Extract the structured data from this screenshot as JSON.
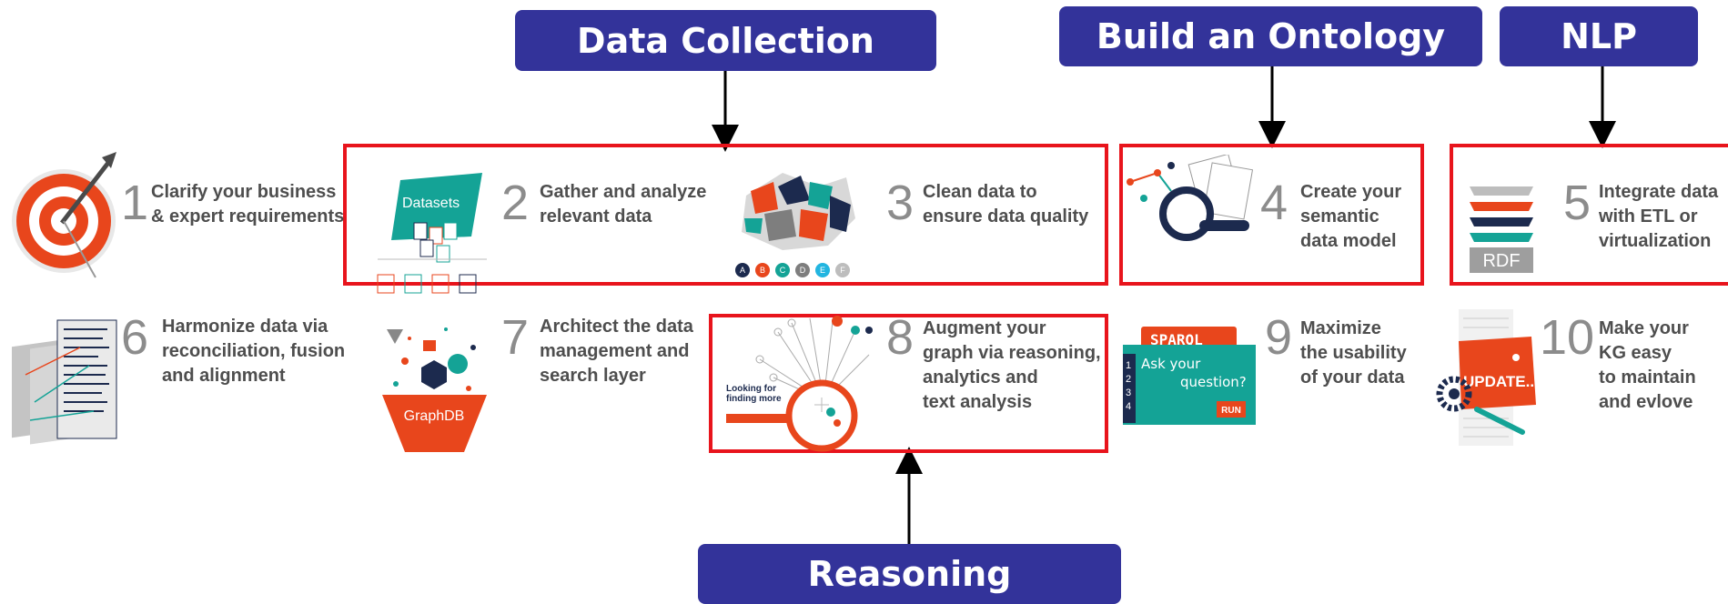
{
  "labels": {
    "data_collection": "Data Collection",
    "build_ontology": "Build an Ontology",
    "nlp": "NLP",
    "reasoning": "Reasoning"
  },
  "steps": [
    {
      "num": "1",
      "text": "Clarify your business\n& expert requirements"
    },
    {
      "num": "2",
      "text": "Gather and analyze\nrelevant data"
    },
    {
      "num": "3",
      "text": "Clean data to\nensure data quality"
    },
    {
      "num": "4",
      "text": "Create your\nsemantic\ndata model"
    },
    {
      "num": "5",
      "text": "Integrate data\nwith ETL or\nvirtualization"
    },
    {
      "num": "6",
      "text": "Harmonize data via\nreconciliation, fusion\nand alignment"
    },
    {
      "num": "7",
      "text": "Architect the data\nmanagement and\nsearch layer"
    },
    {
      "num": "8",
      "text": "Augment your\ngraph via reasoning,\nanalytics and\ntext analysis"
    },
    {
      "num": "9",
      "text": "Maximize\nthe usability\nof your data"
    },
    {
      "num": "10",
      "text": "Make your\nKG easy\nto maintain\nand evlove"
    }
  ],
  "icon_text": {
    "datasets": "Datasets",
    "abcdef": [
      "A",
      "B",
      "C",
      "D",
      "E",
      "F"
    ],
    "rdf": "RDF",
    "graphdb": "GraphDB",
    "looking": "Looking for\nfinding more",
    "sparql": "SPARQL",
    "ask": "Ask your",
    "question": "question?",
    "lines": [
      "1",
      "2",
      "3",
      "4"
    ],
    "run": "RUN",
    "update": "UPDATE..."
  },
  "colors": {
    "label_bg": "#33339a",
    "highlight": "#e8141c",
    "orange": "#e8461c",
    "teal": "#14a396",
    "navy": "#1c2a4e"
  }
}
